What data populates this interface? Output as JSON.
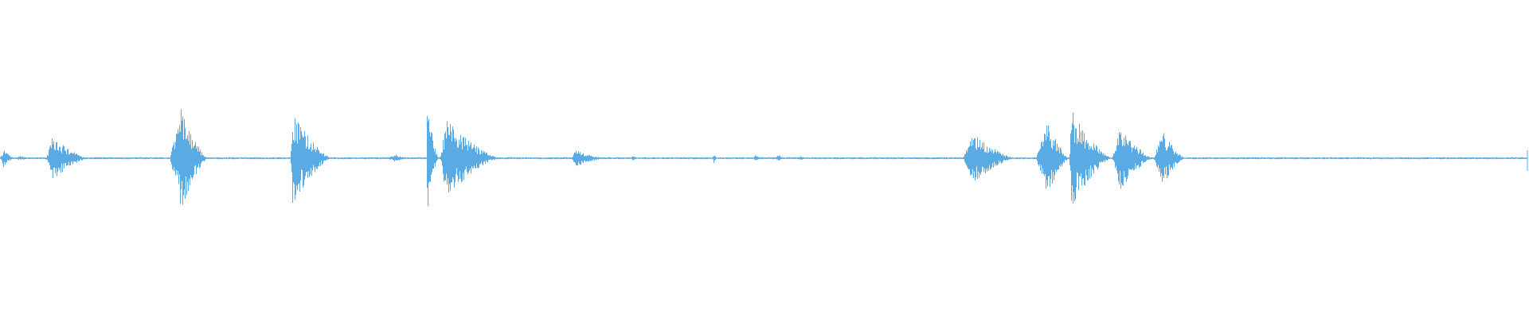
{
  "waveform": {
    "color": "#5aabe3",
    "background": "#ffffff",
    "duration_ratio": 1.0,
    "baseline_amplitude": 0.006,
    "end_marker": true,
    "bursts": [
      {
        "start": 0.0,
        "end": 0.009,
        "peak": 0.08,
        "attack": 0.25
      },
      {
        "start": 0.01,
        "end": 0.02,
        "peak": 0.02,
        "attack": 0.3
      },
      {
        "start": 0.03,
        "end": 0.058,
        "peak": 0.18,
        "attack": 0.15
      },
      {
        "start": 0.111,
        "end": 0.136,
        "peak": 0.42,
        "attack": 0.3
      },
      {
        "start": 0.19,
        "end": 0.217,
        "peak": 0.38,
        "attack": 0.05
      },
      {
        "start": 0.253,
        "end": 0.267,
        "peak": 0.03,
        "attack": 0.4
      },
      {
        "start": 0.279,
        "end": 0.287,
        "peak": 0.45,
        "attack": 0.05
      },
      {
        "start": 0.288,
        "end": 0.327,
        "peak": 0.32,
        "attack": 0.1
      },
      {
        "start": 0.374,
        "end": 0.397,
        "peak": 0.07,
        "attack": 0.1
      },
      {
        "start": 0.412,
        "end": 0.418,
        "peak": 0.025,
        "attack": 0.4
      },
      {
        "start": 0.466,
        "end": 0.469,
        "peak": 0.045,
        "attack": 0.4
      },
      {
        "start": 0.493,
        "end": 0.498,
        "peak": 0.035,
        "attack": 0.3
      },
      {
        "start": 0.507,
        "end": 0.513,
        "peak": 0.03,
        "attack": 0.4
      },
      {
        "start": 0.522,
        "end": 0.527,
        "peak": 0.02,
        "attack": 0.4
      },
      {
        "start": 0.63,
        "end": 0.665,
        "peak": 0.2,
        "attack": 0.2
      },
      {
        "start": 0.678,
        "end": 0.7,
        "peak": 0.3,
        "attack": 0.35
      },
      {
        "start": 0.7,
        "end": 0.728,
        "peak": 0.4,
        "attack": 0.05
      },
      {
        "start": 0.728,
        "end": 0.755,
        "peak": 0.26,
        "attack": 0.2
      },
      {
        "start": 0.755,
        "end": 0.776,
        "peak": 0.22,
        "attack": 0.3
      }
    ]
  }
}
